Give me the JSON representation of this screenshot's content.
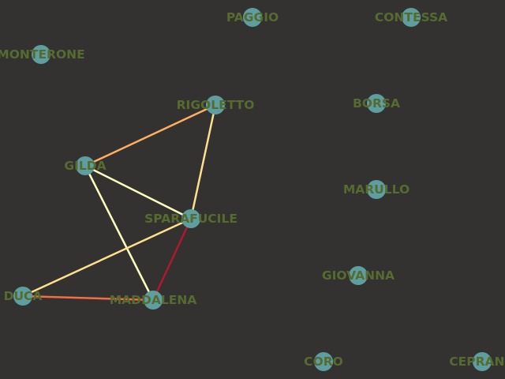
{
  "colors": {
    "background": "#333231",
    "node_fill": "#5f9ea0",
    "label": "#556b2f"
  },
  "nodes": [
    {
      "id": "paggio",
      "label": "PAGGIO"
    },
    {
      "id": "contessa",
      "label": "CONTESSA"
    },
    {
      "id": "monterone",
      "label": "MONTERONE"
    },
    {
      "id": "rigoletto",
      "label": "RIGOLETTO"
    },
    {
      "id": "borsa",
      "label": "BORSA"
    },
    {
      "id": "gilda",
      "label": "GILDA"
    },
    {
      "id": "marullo",
      "label": "MARULLO"
    },
    {
      "id": "sparafucile",
      "label": "SPARAFUCILE"
    },
    {
      "id": "giovanna",
      "label": "GIOVANNA"
    },
    {
      "id": "duca",
      "label": "DUCA"
    },
    {
      "id": "maddalena",
      "label": "MADDALENA"
    },
    {
      "id": "coro",
      "label": "CORO"
    },
    {
      "id": "ceprano",
      "label": "CEPRANO"
    }
  ],
  "edges": [
    {
      "source": "gilda",
      "target": "rigoletto",
      "color": "#fdae61"
    },
    {
      "source": "rigoletto",
      "target": "sparafucile",
      "color": "#fee08b"
    },
    {
      "source": "gilda",
      "target": "sparafucile",
      "color": "#ffffbf"
    },
    {
      "source": "gilda",
      "target": "maddalena",
      "color": "#ffffbf"
    },
    {
      "source": "duca",
      "target": "sparafucile",
      "color": "#fee08b"
    },
    {
      "source": "duca",
      "target": "maddalena",
      "color": "#f46d43"
    },
    {
      "source": "sparafucile",
      "target": "maddalena",
      "color": "#b2182b"
    }
  ]
}
